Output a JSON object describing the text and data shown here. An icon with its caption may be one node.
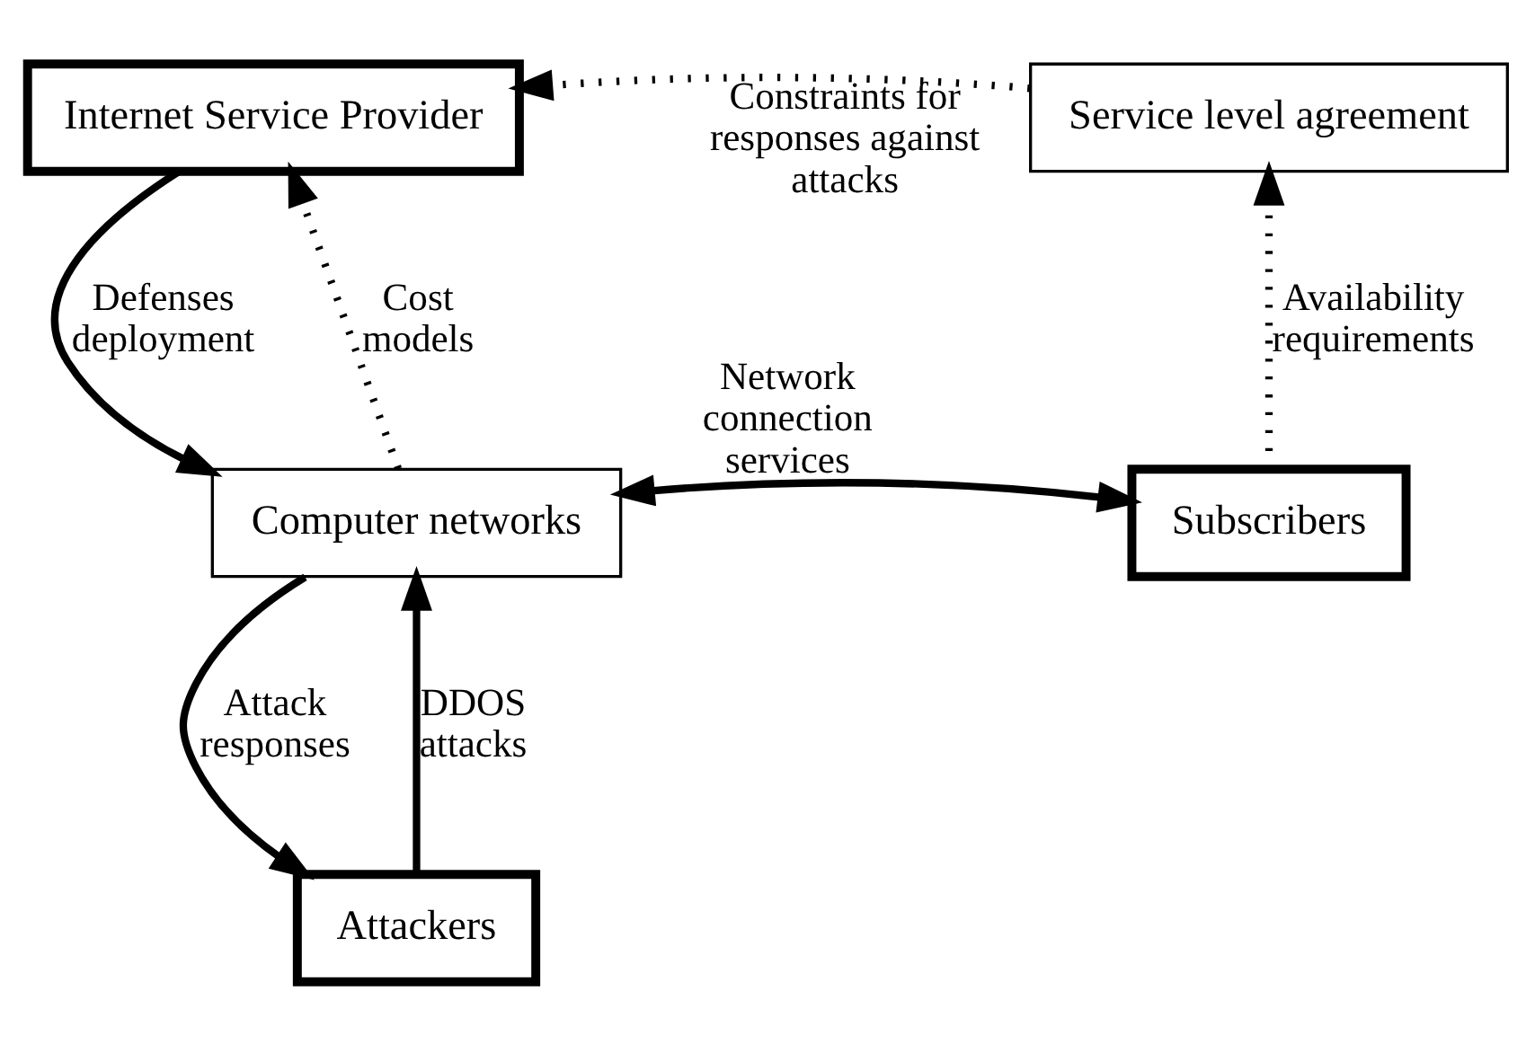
{
  "diagram": {
    "nodes": [
      {
        "text": [
          "Internet Service Provider"
        ]
      },
      {
        "text": [
          "Service level agreement"
        ]
      },
      {
        "text": [
          "Computer networks"
        ]
      },
      {
        "text": [
          "Subscribers"
        ]
      },
      {
        "text": [
          "Attackers"
        ]
      }
    ],
    "edges": [
      {
        "from": 1,
        "to": 0,
        "arrow": "to",
        "label": "Constraints for responses against attacks",
        "style": "dashed"
      },
      {
        "from": 0,
        "to": 2,
        "arrow": "to",
        "label": "Defenses deployment"
      },
      {
        "from": 2,
        "to": 0,
        "arrow": "to",
        "label": "Cost models",
        "style": "dashed"
      },
      {
        "from": 3,
        "to": 1,
        "arrow": "to",
        "label": "Availability requirements",
        "style": "dashed"
      },
      {
        "from": 2,
        "to": 3,
        "arrow": "both",
        "label": "Network connection services"
      },
      {
        "from": 4,
        "to": 2,
        "arrow": "to",
        "label": "DDOS attacks"
      },
      {
        "from": 2,
        "to": 4,
        "arrow": "to",
        "label": "Attack responses"
      }
    ]
  }
}
